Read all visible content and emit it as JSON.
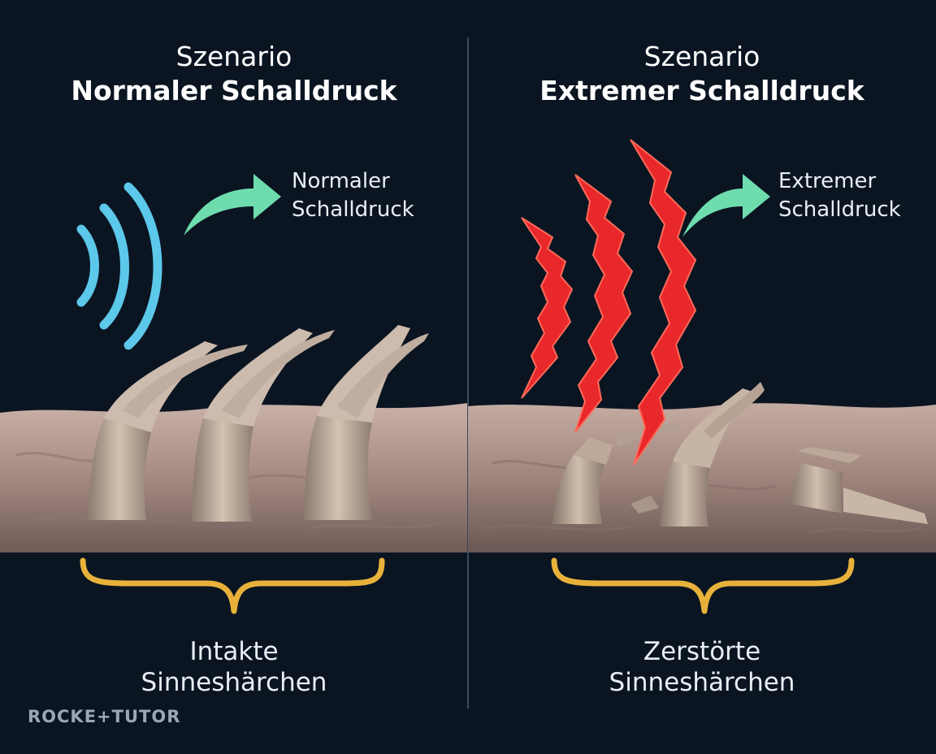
{
  "left": {
    "title_line1": "Szenario",
    "title_line2": "Normaler Schalldruck",
    "arrow_label_line1": "Normaler",
    "arrow_label_line2": "Schalldruck",
    "bottom_label_line1": "Intakte",
    "bottom_label_line2": "Sinneshärchen"
  },
  "right": {
    "title_line1": "Szenario",
    "title_line2": "Extremer Schalldruck",
    "arrow_label_line1": "Extremer",
    "arrow_label_line2": "Schalldruck",
    "bottom_label_line1": "Zerstörte",
    "bottom_label_line2": "Sinneshärchen"
  },
  "logo": "ROCKE+TUTOR",
  "colors": {
    "background": "#0b1522",
    "normal_wave": "#5cc8ea",
    "extreme_wave": "#e8282a",
    "arrow": "#6fdcae",
    "brace": "#e8b23a",
    "tissue": "#b09890"
  }
}
